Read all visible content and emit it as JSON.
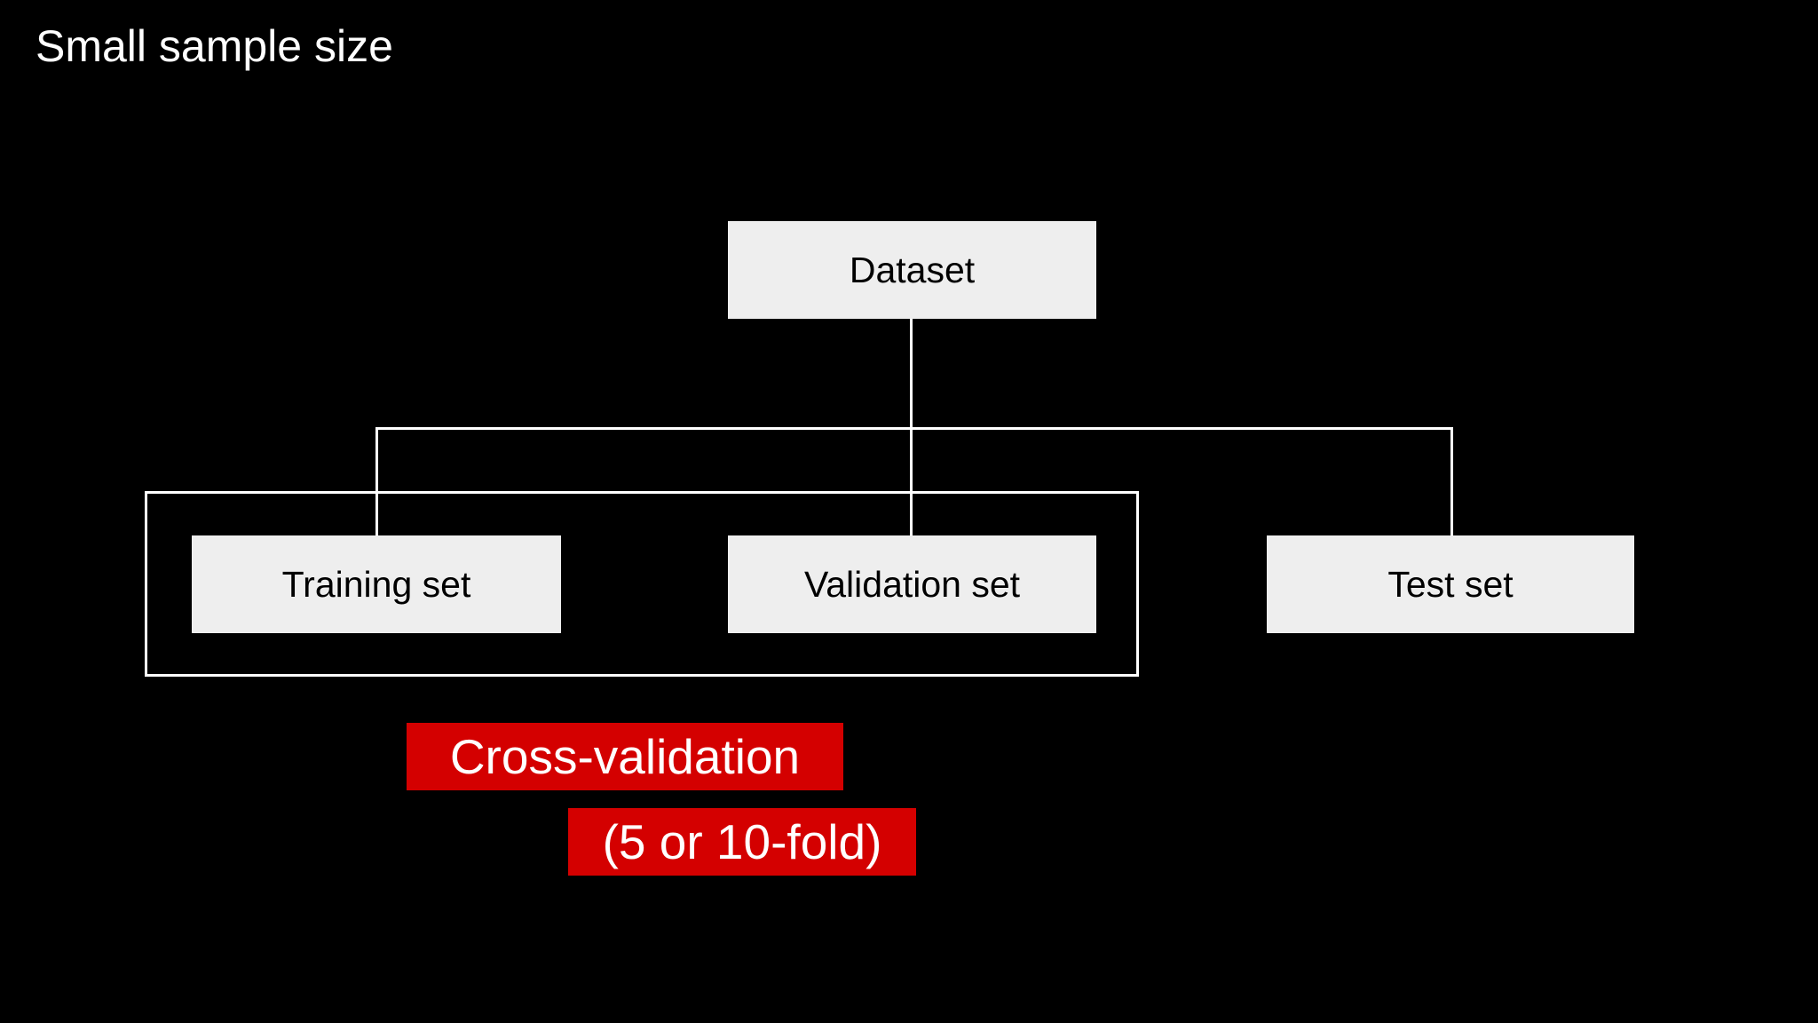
{
  "slide": {
    "title": "Small sample size",
    "background_color": "#000000",
    "text_color": "#ffffff"
  },
  "diagram": {
    "type": "tree",
    "node_fill": "#eeeeee",
    "node_text_color": "#000000",
    "connector_color": "#ffffff",
    "nodes": [
      {
        "id": "dataset",
        "label": "Dataset",
        "level": 0
      },
      {
        "id": "training",
        "label": "Training set",
        "level": 1
      },
      {
        "id": "validation",
        "label": "Validation set",
        "level": 1
      },
      {
        "id": "test",
        "label": "Test set",
        "level": 1
      }
    ],
    "grouping_box": {
      "name": "cross-validation-group",
      "members": [
        "training",
        "validation"
      ],
      "border_color": "#ffffff"
    }
  },
  "callout": {
    "highlight_color": "#d40000",
    "text_color": "#ffffff",
    "line1": "Cross-validation",
    "line2": "(5 or 10-fold)"
  }
}
